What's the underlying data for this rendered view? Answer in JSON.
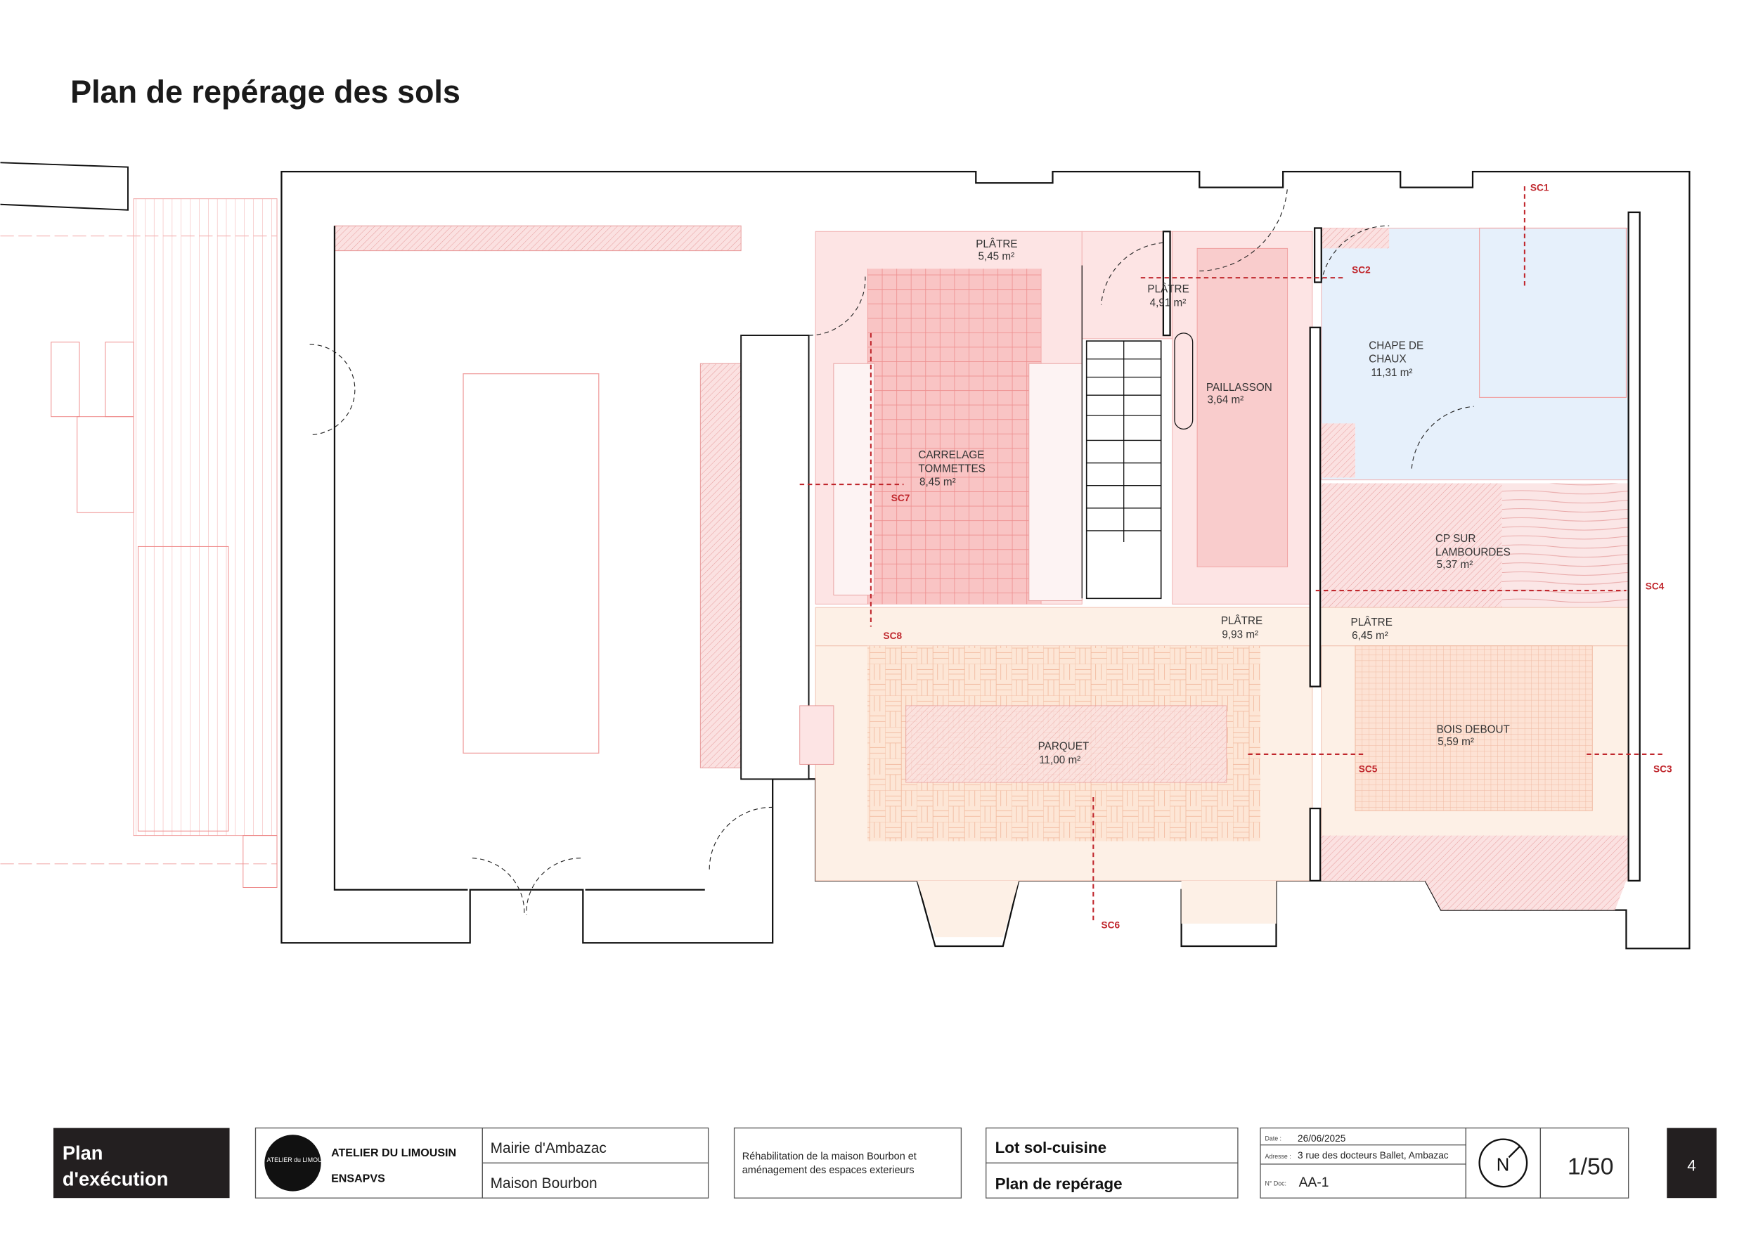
{
  "page_title": "Plan de repérage des sols",
  "rooms": [
    {
      "name": "PLÂTRE",
      "area": "5,45 m²"
    },
    {
      "name": "PLÂTRE",
      "area": "4,91 m²"
    },
    {
      "name": "PAILLASSON",
      "area": "3,64 m²"
    },
    {
      "name_l1": "CHAPE DE",
      "name_l2": "CHAUX",
      "area": "11,31 m²"
    },
    {
      "name_l1": "CARRELAGE",
      "name_l2": "TOMMETTES",
      "area": "8,45 m²"
    },
    {
      "name_l1": "CP SUR",
      "name_l2": "LAMBOURDES",
      "area": "5,37 m²"
    },
    {
      "name": "PLÂTRE",
      "area": "9,93 m²"
    },
    {
      "name": "PLÂTRE",
      "area": "6,45 m²"
    },
    {
      "name": "PARQUET",
      "area": "11,00 m²"
    },
    {
      "name": "BOIS DEBOUT",
      "area": "5,59 m²"
    }
  ],
  "sections": [
    "SC1",
    "SC2",
    "SC3",
    "SC4",
    "SC5",
    "SC6",
    "SC7",
    "SC8"
  ],
  "colors": {
    "section": "#c0272d",
    "tile": "#f9c4c4",
    "bath": "#e6f0fb",
    "beige": "#fdf0e6"
  },
  "title_block": {
    "phase_l1": "Plan",
    "phase_l2": "d'exécution",
    "logo_text": "ATELIER du LIMOUSIN",
    "org1": "ATELIER DU LIMOUSIN",
    "org2": "ENSAPVS",
    "client": "Mairie d'Ambazac",
    "project": "Maison Bourbon",
    "description_l1": "Réhabilitation de la maison Bourbon et",
    "description_l2": "aménagement des espaces exterieurs",
    "lot": "Lot sol-cuisine",
    "plan_type": "Plan de repérage",
    "date_label": "Date :",
    "date": "26/06/2025",
    "address_label": "Adresse :",
    "address": "3 rue des docteurs Ballet, Ambazac",
    "doc_label": "N° Doc:",
    "doc": "AA-1",
    "north": "N",
    "scale": "1/50",
    "page": "4"
  }
}
